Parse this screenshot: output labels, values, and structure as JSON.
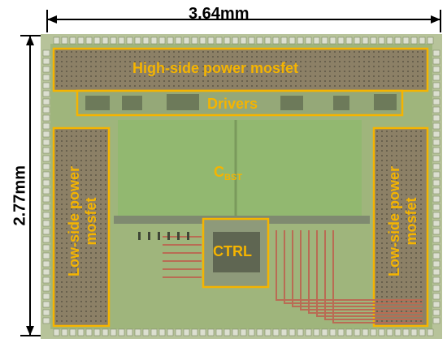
{
  "dimensions": {
    "width_label": "3.64mm",
    "height_label": "2.77mm"
  },
  "blocks": {
    "high_side": "High-side power mosfet",
    "drivers": "Drivers",
    "cbst_main": "C",
    "cbst_sub": "BST",
    "ctrl": "CTRL",
    "low_side_left_line1": "Low-side power",
    "low_side_left_line2": "mosfet",
    "low_side_right_line1": "Low-side power",
    "low_side_right_line2": "mosfet"
  },
  "colors": {
    "die": "#a9b98c",
    "die_inner": "#9fb37f",
    "pad": "#d9dccd",
    "outline": "#f5b400",
    "mosfet": "#8a7f66",
    "capacitor": "#8fb36c"
  }
}
